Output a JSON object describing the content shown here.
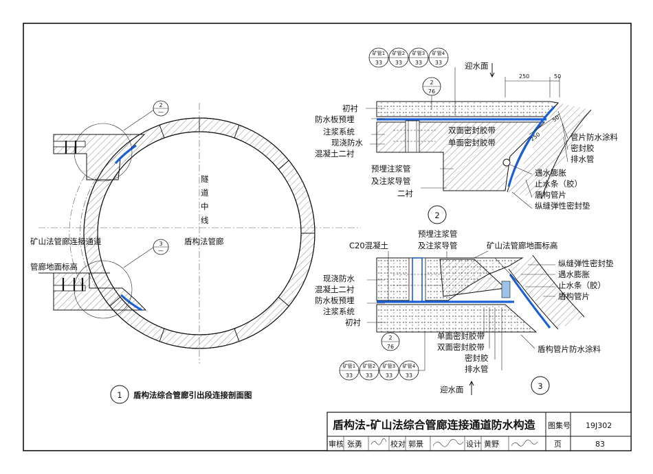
{
  "sheet": {
    "title": "盾构法-矿山法综合管廊连接通道防水构造",
    "atlas_label": "图集号",
    "atlas_no": "19J302",
    "page_label": "页",
    "page_no": "83",
    "review_label": "审核",
    "reviewer": "张勇",
    "check_label": "校对",
    "checker": "郭景",
    "design_label": "设计",
    "designer": "黄野"
  },
  "detail1": {
    "num": "1",
    "caption": "盾构法综合管廊引出段连接剖面图",
    "centerline": [
      "隧",
      "道",
      "中",
      "线"
    ],
    "shield_label": "盾构法管廊",
    "mine_label": "矿山法管廊连接通道",
    "floor_label": "管廊地面标高",
    "callout_a_top": "2",
    "callout_a_bot": "—",
    "callout_b_top": "3",
    "callout_b_bot": "—"
  },
  "detail2": {
    "num": "2",
    "water_face": "迎水面",
    "dim_250": "250",
    "dim_50": "50",
    "dim_250_diag": "250",
    "dim_50_diag": "50",
    "ref_top": "矿管1",
    "ref_top2": "矿管2",
    "ref_top3": "矿管3",
    "ref_top4": "矿管4",
    "ref_page": "33",
    "ref76_top": "2",
    "ref76_bot": "76",
    "left_labels": [
      "初衬",
      "防水板预埋",
      "注浆系统",
      "现浇防水",
      "混凝土二衬"
    ],
    "mid_labels": [
      "双面密封胶带",
      "单面密封胶带"
    ],
    "bottom_labels": [
      "预埋注浆管",
      "及注浆导管",
      "二衬"
    ],
    "right_labels": [
      "管片防水涂料",
      "密封胶",
      "排水管",
      "遇水膨胀",
      "止水条（胶）",
      "盾构管片",
      "纵缝弹性密封垫"
    ]
  },
  "detail3": {
    "num": "3",
    "water_face": "迎水面",
    "c20": "C20混凝土",
    "grout": [
      "预埋注浆管",
      "及注浆导管"
    ],
    "floor": "矿山法管廊地面标高",
    "left_labels": [
      "现浇防水",
      "混凝土二衬",
      "防水板预埋",
      "注浆系统",
      "初衬"
    ],
    "right_labels": [
      "纵缝弹性密封垫",
      "遇水膨胀",
      "止水条（胶）",
      "盾构管片"
    ],
    "bottom_labels": [
      "单面密封胶带",
      "双面密封胶带",
      "密封胶",
      "排水管"
    ],
    "coating": "盾构管片防水涂料",
    "ref76_top": "2",
    "ref76_bot": "76"
  }
}
